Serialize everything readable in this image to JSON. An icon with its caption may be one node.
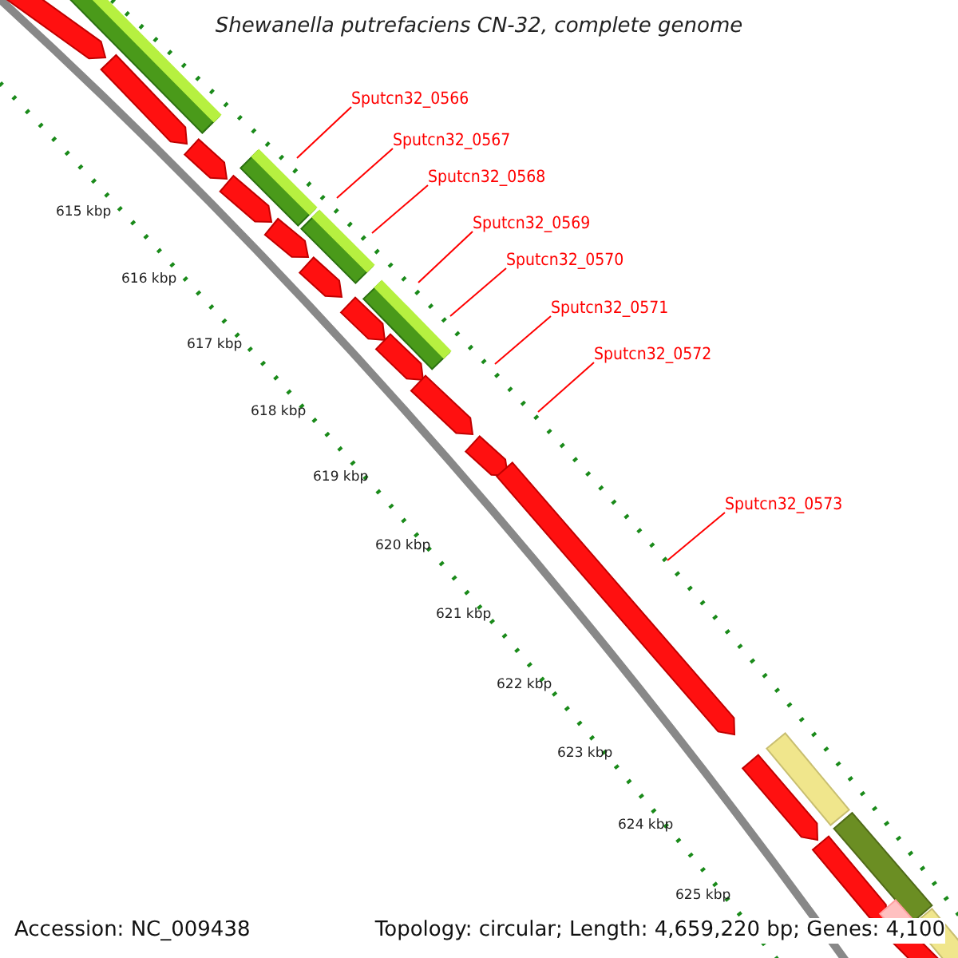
{
  "diagram": {
    "title": "Shewanella putrefaciens CN-32, complete genome",
    "nodes": [
      {
        "text": [
          "Sputcn32_0566"
        ]
      },
      {
        "text": [
          "Sputcn32_0567"
        ]
      },
      {
        "text": [
          "Sputcn32_0568"
        ]
      },
      {
        "text": [
          "Sputcn32_0569"
        ]
      },
      {
        "text": [
          "Sputcn32_0570"
        ]
      },
      {
        "text": [
          "Sputcn32_0571"
        ]
      },
      {
        "text": [
          "Sputcn32_0572"
        ]
      },
      {
        "text": [
          "Sputcn32_0573"
        ]
      }
    ],
    "edges": [
      {
        "from": 0,
        "to": null,
        "arrow": "none"
      },
      {
        "from": 1,
        "to": null,
        "arrow": "none"
      },
      {
        "from": 2,
        "to": null,
        "arrow": "none"
      },
      {
        "from": 3,
        "to": null,
        "arrow": "none"
      },
      {
        "from": 4,
        "to": null,
        "arrow": "none"
      },
      {
        "from": 5,
        "to": null,
        "arrow": "none"
      },
      {
        "from": 6,
        "to": null,
        "arrow": "none"
      },
      {
        "from": 7,
        "to": null,
        "arrow": "none"
      }
    ],
    "labels": [
      "615 kbp",
      "616 kbp",
      "617 kbp",
      "618 kbp",
      "619 kbp",
      "620 kbp",
      "621 kbp",
      "622 kbp",
      "623 kbp",
      "624 kbp",
      "625 kbp",
      "Accession: NC_009438",
      "Topology: circular; Length: 4,659,220 bp; Genes: 4,100"
    ]
  }
}
